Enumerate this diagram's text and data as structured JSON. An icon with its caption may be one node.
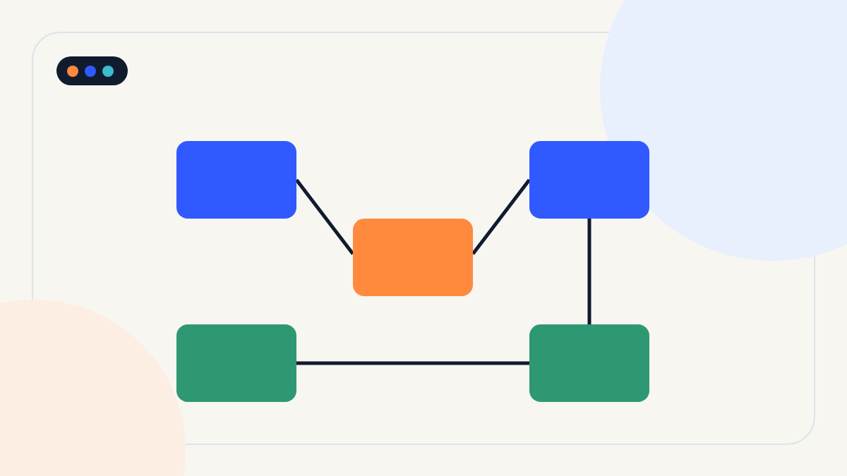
{
  "diagram": {
    "nodes": [
      {
        "text": [],
        "shape": "box"
      },
      {
        "text": [],
        "shape": "box"
      },
      {
        "text": [],
        "shape": "box"
      },
      {
        "text": [],
        "shape": "box"
      },
      {
        "text": [],
        "shape": "box"
      }
    ],
    "edges": [
      {
        "from": 0,
        "to": 2,
        "arrow": "none"
      },
      {
        "from": 2,
        "to": 1,
        "arrow": "none"
      },
      {
        "from": 1,
        "to": 4,
        "arrow": "none"
      },
      {
        "from": 3,
        "to": 4,
        "arrow": "none"
      }
    ]
  }
}
